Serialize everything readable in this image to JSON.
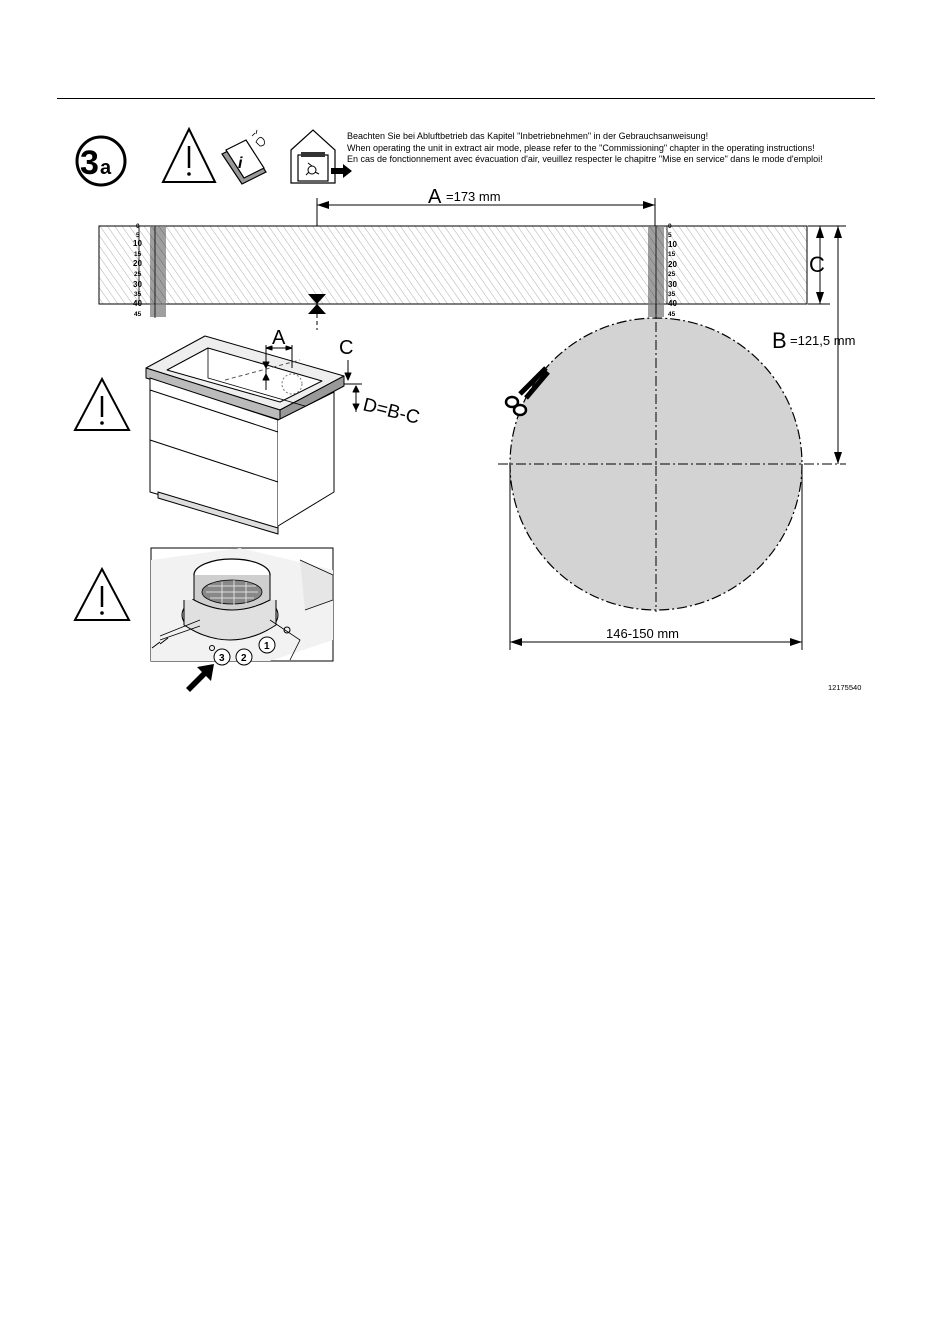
{
  "step": {
    "number": "3",
    "sub": "a"
  },
  "notice": {
    "de": "Beachten Sie bei Abluftbetrieb das Kapitel \"Inbetriebnehmen\" in der Gebrauchsanweisung!",
    "en": "When operating the unit in extract air mode, please refer to the \"Commissioning\" chapter in the operating instructions!",
    "fr": "En cas de fonctionnement avec évacuation d'air, veuillez respecter le chapitre \"Mise en service\" dans le mode d'emploi!"
  },
  "dimensions": {
    "A_letter": "A",
    "A_value": "=173 mm",
    "B_letter": "B",
    "B_value": "=121,5 mm",
    "C_letter": "C",
    "cutout_diameter": "146-150 mm",
    "cabinet_A": "A",
    "cabinet_C": "C",
    "cabinet_D": "D=B-C"
  },
  "scale_labels": [
    "0",
    "5",
    "10",
    "15",
    "20",
    "25",
    "30",
    "35",
    "40",
    "45"
  ],
  "part_numbers": [
    "1",
    "2",
    "3"
  ],
  "doc_id": "12175540",
  "icons": [
    "step-badge",
    "warning-icon",
    "info-booklet-icon",
    "extract-air-house-icon",
    "scissors-icon",
    "arrow-icon"
  ]
}
